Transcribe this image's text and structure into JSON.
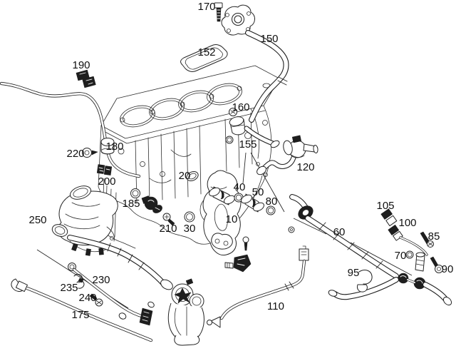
{
  "diagram": {
    "background_color": "#ffffff",
    "line_color": "#1e1e1e",
    "label_color": "#101010",
    "labels": {
      "p10": "10",
      "p20": "20",
      "p30": "30",
      "p40": "40",
      "p50": "50",
      "p60": "60",
      "p70": "70",
      "p80": "80",
      "p85": "85",
      "p90": "90",
      "p95": "95",
      "p100": "100",
      "p105": "105",
      "p110": "110",
      "p120": "120",
      "p150": "150",
      "p152": "152",
      "p155": "155",
      "p160": "160",
      "p170": "170",
      "p175": "175",
      "p180": "180",
      "p185": "185",
      "p190": "190",
      "p200": "200",
      "p210": "210",
      "p220": "220",
      "p230": "230",
      "p235": "235",
      "p240": "240",
      "p250": "250"
    }
  }
}
